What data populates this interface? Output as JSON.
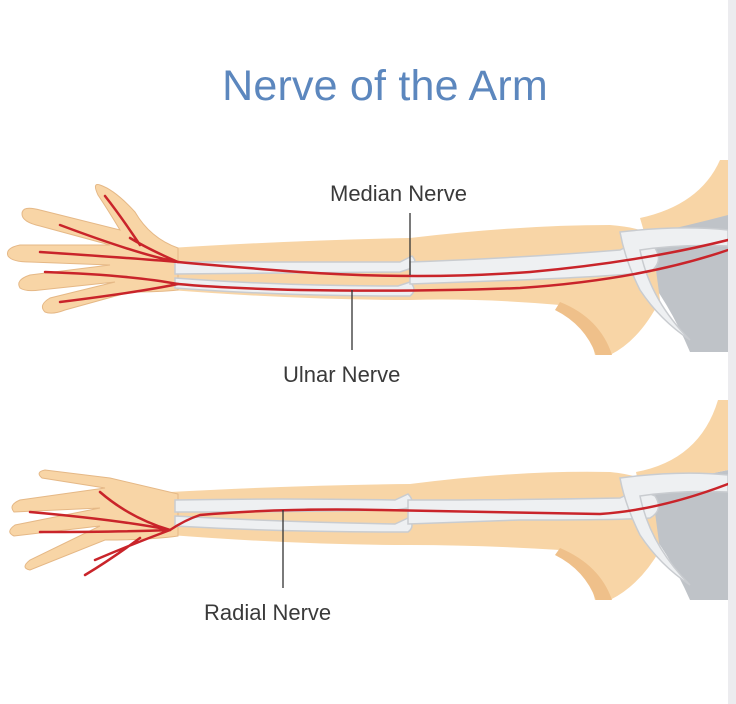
{
  "diagram": {
    "title": "Nerve of the Arm",
    "labels": {
      "median": "Median Nerve",
      "ulnar": "Ulnar Nerve",
      "radial": "Radial Nerve"
    }
  },
  "colors": {
    "title": "#5c87be",
    "skin": "#f8d5a6",
    "skin_shadow": "#efc08a",
    "bone": "#eef0f2",
    "nerve": "#c9242a",
    "body": "#bfc3c8"
  }
}
